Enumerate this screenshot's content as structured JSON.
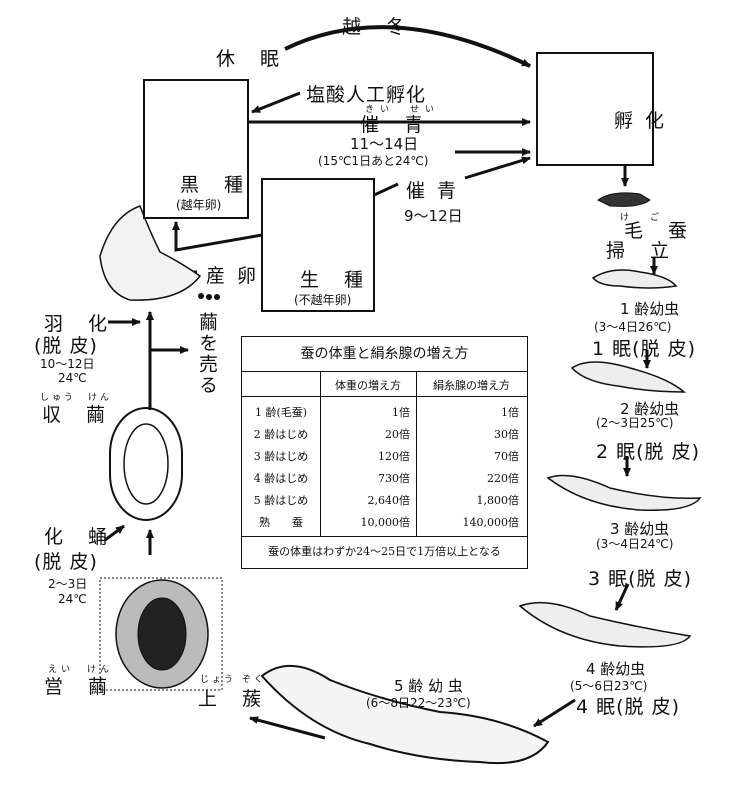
{
  "cycle": {
    "etsutou": "越　冬",
    "kyumin": "休　眠",
    "enzan": "塩酸人工孵化",
    "sai_furi": "きい　せい",
    "saisei1": "催　青",
    "saisei1_days": "11～14日",
    "saisei1_note": "(15℃1日あと24℃)",
    "fuka": "孵 化",
    "kokushu": "黒　種",
    "kokushu_note": "(越年卵)",
    "saisei2": "催 青",
    "saisei2_days": "9～12日",
    "seishu": "生　種",
    "seishu_note": "(不越年卵)",
    "kego_furi": "け　ご",
    "kego": "毛　蚕",
    "hakitate": "掃　立",
    "sanran": "産 卵",
    "ureinstar1": "1 齢幼虫",
    "instar1_note": "(3～4日26℃)",
    "min1": "1 眠(脱 皮)",
    "instar2": "2 齢幼虫",
    "instar2_note": "(2～3日25℃)",
    "min2": "2 眠(脱 皮)",
    "instar3": "3 齢幼虫",
    "instar3_note": "(3～4日24℃)",
    "min3": "3 眠(脱 皮)",
    "instar4": "4 齢幼虫",
    "instar4_note": "(5～6日23℃)",
    "min4": "4 眠(脱 皮)",
    "instar5": "5 齢 幼 虫",
    "instar5_note": "(6～8日22～23℃)",
    "joukyu_furi": "じょう ぞく",
    "joukyu": "上　蔟",
    "eiken_furi": "えい　けん",
    "eiken": "営　繭",
    "kayou": "化　蛹",
    "kayou_datsu": "(脱 皮)",
    "kayou_days": "2～3日",
    "kayou_temp": "24℃",
    "uka": "羽　化",
    "uka_datsu": "(脱 皮)",
    "uka_days": "10～12日",
    "uka_temp": "24℃",
    "shuken_furi": "しゅう　けん",
    "shuken": "収　繭",
    "mayu_uru": "繭を売る"
  },
  "table": {
    "title": "蚕の体重と絹糸腺の増え方",
    "headers": [
      "",
      "体重の増え方",
      "絹糸腺の増え方"
    ],
    "rows": [
      [
        "1 齢(毛蚕)",
        "1倍",
        "1倍"
      ],
      [
        "2 齢はじめ",
        "20倍",
        "30倍"
      ],
      [
        "3 齢はじめ",
        "120倍",
        "70倍"
      ],
      [
        "4 齢はじめ",
        "730倍",
        "220倍"
      ],
      [
        "5 齢はじめ",
        "2,640倍",
        "1,800倍"
      ],
      [
        "熟　　蚕",
        "10,000倍",
        "140,000倍"
      ]
    ],
    "footer": "蚕の体重はわずか24～25日で1万倍以上となる"
  }
}
